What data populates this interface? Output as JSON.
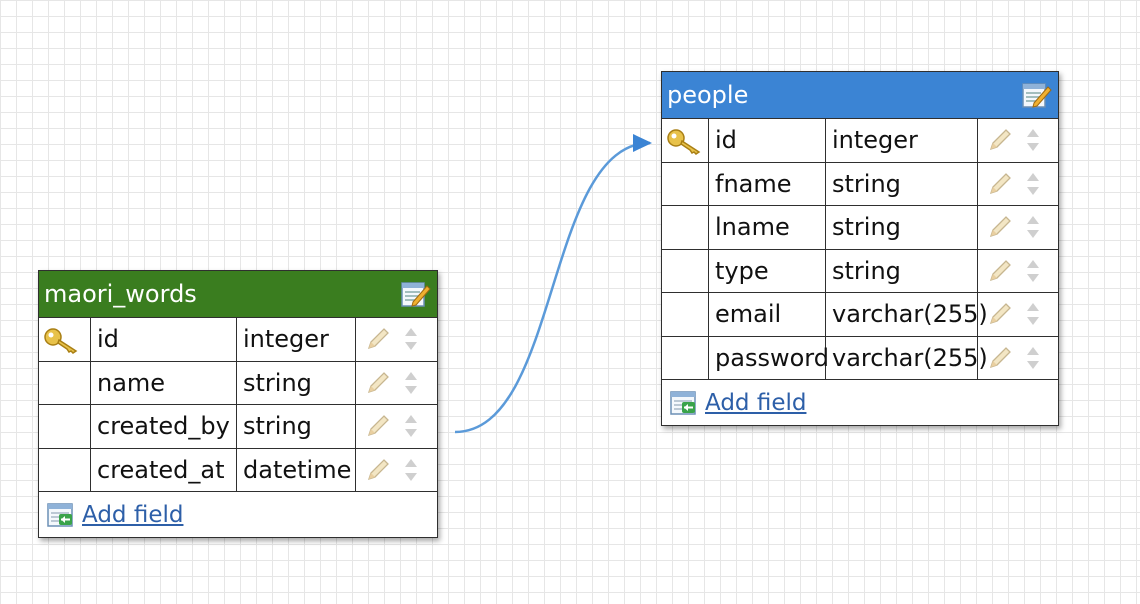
{
  "colors": {
    "maori_words_header": "#3a7d1f",
    "people_header": "#3b84d4",
    "relation_line": "#5b9ad9"
  },
  "tables": {
    "maori_words": {
      "name": "maori_words",
      "add_field_label": "Add field",
      "fields": [
        {
          "name": "id",
          "type": "integer",
          "primary_key": true
        },
        {
          "name": "name",
          "type": "string",
          "primary_key": false
        },
        {
          "name": "created_by",
          "type": "string",
          "primary_key": false
        },
        {
          "name": "created_at",
          "type": "datetime",
          "primary_key": false
        }
      ]
    },
    "people": {
      "name": "people",
      "add_field_label": "Add field",
      "fields": [
        {
          "name": "id",
          "type": "integer",
          "primary_key": true
        },
        {
          "name": "fname",
          "type": "string",
          "primary_key": false
        },
        {
          "name": "lname",
          "type": "string",
          "primary_key": false
        },
        {
          "name": "type",
          "type": "string",
          "primary_key": false
        },
        {
          "name": "email",
          "type": "varchar(255)",
          "primary_key": false
        },
        {
          "name": "password",
          "type": "varchar(255)",
          "primary_key": false
        }
      ]
    }
  },
  "relations": [
    {
      "from_table": "maori_words",
      "from_field": "created_by",
      "to_table": "people",
      "to_field": "id"
    }
  ]
}
